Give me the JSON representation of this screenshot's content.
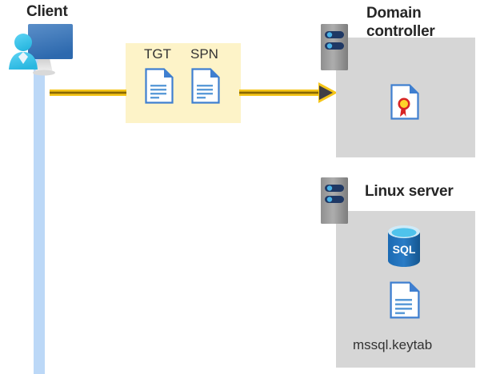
{
  "diagram": {
    "type": "architecture-flow",
    "background": "#ffffff",
    "nodes": {
      "client": {
        "label": "Client",
        "icon": "client-monitor-user-icon",
        "lifeline_color": "#bcd8f7"
      },
      "domain_controller": {
        "label": "Domain\ncontroller",
        "rack_icon": "server-rack-icon",
        "panel_color": "#d6d6d6",
        "contents": [
          {
            "icon": "certificate-document-icon",
            "label": ""
          }
        ]
      },
      "linux_server": {
        "label": "Linux server",
        "rack_icon": "server-rack-icon",
        "panel_color": "#d6d6d6",
        "contents": [
          {
            "icon": "sql-database-icon",
            "label": "SQL"
          },
          {
            "icon": "keytab-document-icon",
            "label": "mssql.keytab"
          }
        ]
      }
    },
    "highlight_box": {
      "fill": "#fdf3c8",
      "tokens": [
        {
          "label": "TGT",
          "icon": "document-icon"
        },
        {
          "label": "SPN",
          "icon": "document-icon"
        }
      ]
    },
    "flow": {
      "from": "client",
      "to": "domain_controller",
      "arrow_color": "#f5c518",
      "arrow_head_color": "#3f3f46",
      "icon": "arrow-right-icon"
    },
    "colors": {
      "gold": "#f5c518",
      "gold_dark": "#7a5c00",
      "panel_gray": "#d6d6d6",
      "rack_gray": "#9e9e9e",
      "rack_gray_dark": "#7a7a7a",
      "pill_navy": "#1f3864",
      "pill_dot": "#49b3e8",
      "doc_blue": "#3f7fd0",
      "doc_blue_light": "#8fb9e8",
      "sql_blue": "#1d6fb8",
      "sql_cyan": "#4fc3ec",
      "cert_red": "#d72424",
      "cert_yellow": "#ffd42a",
      "monitor_blue_top": "#4a7ebb",
      "monitor_blue_bottom": "#2e6aad",
      "person_cyan": "#3fc6ef",
      "text_dark": "#262626",
      "text_body": "#333333",
      "lifeline": "#bcd8f7",
      "highlight": "#fdf3c8"
    }
  }
}
